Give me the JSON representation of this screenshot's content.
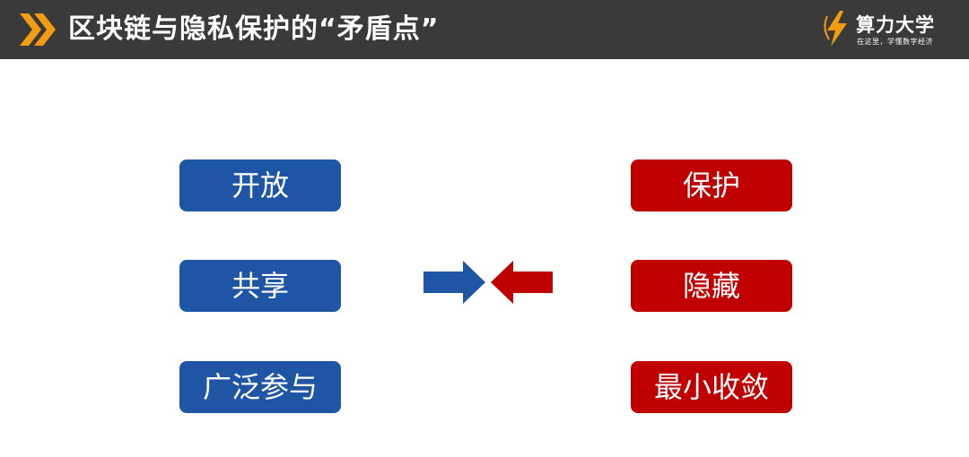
{
  "header": {
    "title": "区块链与隐私保护的“矛盾点”",
    "brand": {
      "name": "算力大学",
      "slogan": "在这里，学懂数字经济"
    },
    "accent_color": "#f39c12"
  },
  "left_column": {
    "color": "#1f55a5",
    "items": [
      "开放",
      "共享",
      "广泛参与"
    ]
  },
  "right_column": {
    "color": "#c00000",
    "items": [
      "保护",
      "隐藏",
      "最小收敛"
    ]
  }
}
